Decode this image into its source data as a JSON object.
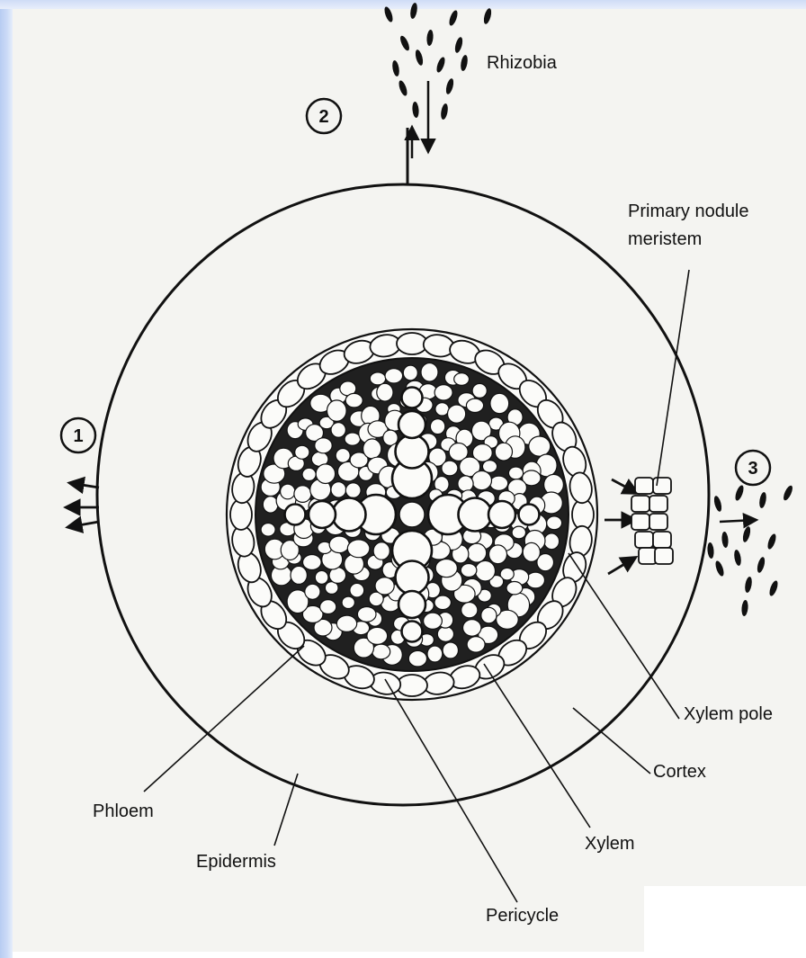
{
  "labels": {
    "rhizobia": "Rhizobia",
    "primary_nodule_line1": "Primary nodule",
    "primary_nodule_line2": "meristem",
    "xylem_pole": "Xylem pole",
    "cortex": "Cortex",
    "phloem": "Phloem",
    "xylem": "Xylem",
    "epidermis": "Epidermis",
    "pericycle": "Pericycle"
  },
  "steps": {
    "one": "1",
    "two": "2",
    "three": "3"
  },
  "colors": {
    "ink": "#111111",
    "paper": "#f4f4f1",
    "frame": "#c6d6f5"
  }
}
